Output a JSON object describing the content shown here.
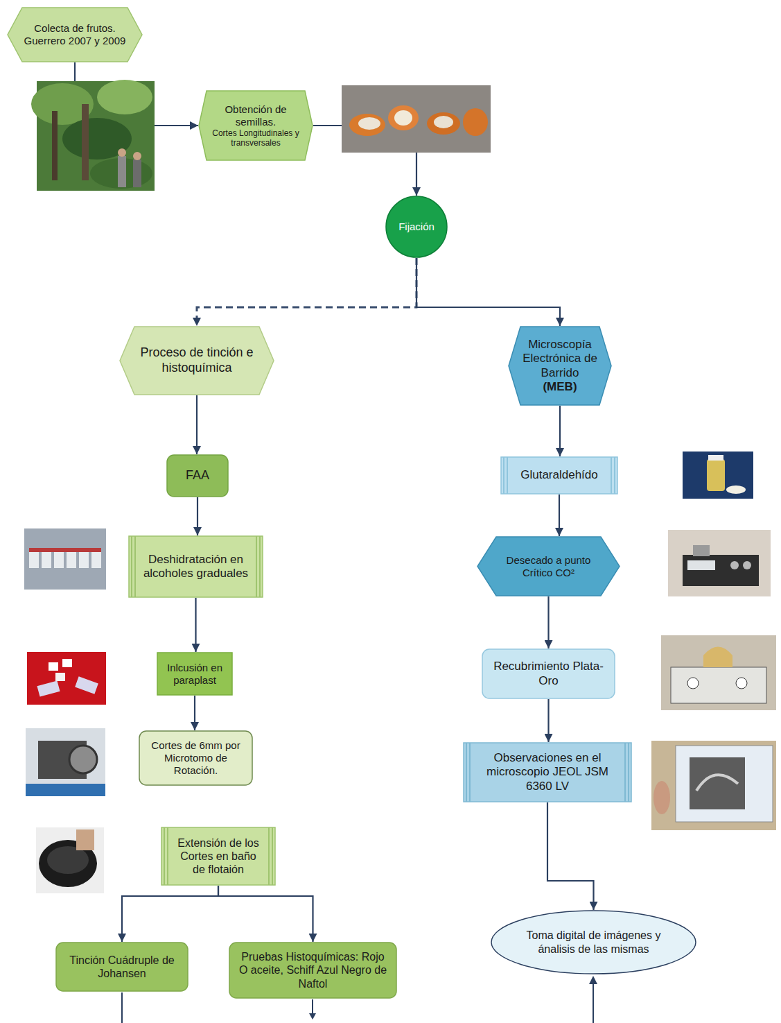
{
  "diagram": {
    "nodes": [
      {
        "text": [
          "Colecta de frutos. Guerrero 2007 y 2009"
        ]
      },
      {
        "text": [
          "Obtención de semillas.",
          "Cortes Longitudinales y transversales"
        ]
      },
      {
        "text": [
          "Fijación"
        ]
      },
      {
        "text": [
          "Proceso de tinción e histoquímica"
        ]
      },
      {
        "text": [
          "Microscopía Electrónica de Barrido",
          "(MEB)"
        ]
      },
      {
        "text": [
          "FAA"
        ]
      },
      {
        "text": [
          "Glutaraldehído"
        ]
      },
      {
        "text": [
          "Deshidratación en alcoholes graduales"
        ]
      },
      {
        "text": [
          "Desecado a punto Crítico CO²"
        ]
      },
      {
        "text": [
          "Inlcusión en paraplast"
        ]
      },
      {
        "text": [
          "Recubrimiento Plata-Oro"
        ]
      },
      {
        "text": [
          "Cortes de 6mm por Microtomo de Rotación."
        ]
      },
      {
        "text": [
          "Observaciones en el microscopio JEOL JSM 6360 LV"
        ]
      },
      {
        "text": [
          "Extensión de los Cortes en baño de flotaión"
        ]
      },
      {
        "text": [
          "Tinción Cuádruple de Johansen"
        ]
      },
      {
        "text": [
          "Pruebas Histoquímicas: Rojo O aceite, Schiff Azul Negro de Naftol"
        ]
      },
      {
        "text": [
          "Toma digital de imágenes y ánalisis de las mismas"
        ]
      }
    ],
    "edges": [
      {
        "from": 0,
        "to": 1,
        "arrow": "to"
      },
      {
        "from": 1,
        "to": 2,
        "arrow": "to"
      },
      {
        "from": 2,
        "to": 3,
        "arrow": "to"
      },
      {
        "from": 2,
        "to": 4,
        "arrow": "to"
      },
      {
        "from": 3,
        "to": 5,
        "arrow": "to"
      },
      {
        "from": 5,
        "to": 7,
        "arrow": "to"
      },
      {
        "from": 7,
        "to": 9,
        "arrow": "to"
      },
      {
        "from": 9,
        "to": 11,
        "arrow": "to"
      },
      {
        "from": 13,
        "to": 14,
        "arrow": "to"
      },
      {
        "from": 13,
        "to": 15,
        "arrow": "to"
      },
      {
        "from": 4,
        "to": 6,
        "arrow": "to"
      },
      {
        "from": 6,
        "to": 8,
        "arrow": "to"
      },
      {
        "from": 8,
        "to": 10,
        "arrow": "to"
      },
      {
        "from": 10,
        "to": 12,
        "arrow": "to"
      },
      {
        "from": 12,
        "to": 16,
        "arrow": "to"
      }
    ]
  }
}
